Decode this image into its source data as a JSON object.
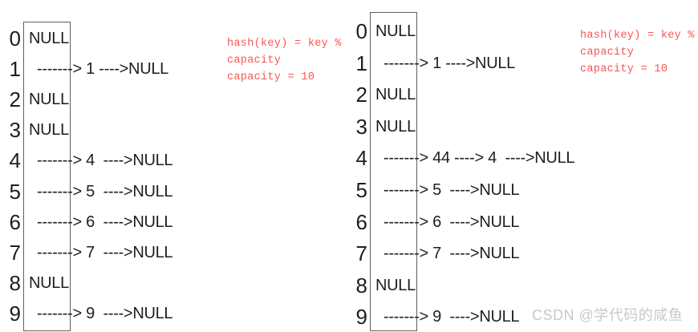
{
  "diagrams": [
    {
      "label": "hash-table-before-insert",
      "rows": [
        {
          "index": "0",
          "type": "null",
          "content": "NULL"
        },
        {
          "index": "1",
          "type": "chain",
          "content": "-------> 1 ---->NULL"
        },
        {
          "index": "2",
          "type": "null",
          "content": "NULL"
        },
        {
          "index": "3",
          "type": "null",
          "content": "NULL"
        },
        {
          "index": "4",
          "type": "chain",
          "content": "-------> 4  ---->NULL"
        },
        {
          "index": "5",
          "type": "chain",
          "content": "-------> 5  ---->NULL"
        },
        {
          "index": "6",
          "type": "chain",
          "content": "-------> 6  ---->NULL"
        },
        {
          "index": "7",
          "type": "chain",
          "content": "-------> 7  ---->NULL"
        },
        {
          "index": "8",
          "type": "null",
          "content": "NULL"
        },
        {
          "index": "9",
          "type": "chain",
          "content": "-------> 9  ---->NULL"
        }
      ],
      "annotation_lines": [
        "hash(key) = key %",
        "capacity",
        "capacity = 10"
      ]
    },
    {
      "label": "hash-table-after-insert-44",
      "rows": [
        {
          "index": "0",
          "type": "null",
          "content": "NULL"
        },
        {
          "index": "1",
          "type": "chain",
          "content": "-------> 1 ---->NULL"
        },
        {
          "index": "2",
          "type": "null",
          "content": "NULL"
        },
        {
          "index": "3",
          "type": "null",
          "content": "NULL"
        },
        {
          "index": "4",
          "type": "chain",
          "content": "-------> 44 ----> 4  ---->NULL"
        },
        {
          "index": "5",
          "type": "chain",
          "content": "-------> 5  ---->NULL"
        },
        {
          "index": "6",
          "type": "chain",
          "content": "-------> 6  ---->NULL"
        },
        {
          "index": "7",
          "type": "chain",
          "content": "-------> 7  ---->NULL"
        },
        {
          "index": "8",
          "type": "null",
          "content": "NULL"
        },
        {
          "index": "9",
          "type": "chain",
          "content": "-------> 9  ---->NULL"
        }
      ],
      "annotation_lines": [
        "hash(key) = key %",
        "capacity",
        "capacity = 10"
      ]
    }
  ],
  "watermark": {
    "text": "CSDN @学代码的咸鱼"
  },
  "colors": {
    "text": "#1e1e1e",
    "annotation_red": "#f85555",
    "watermark_gray": "#c9c9c9",
    "box_border": "#5f5f5f"
  }
}
